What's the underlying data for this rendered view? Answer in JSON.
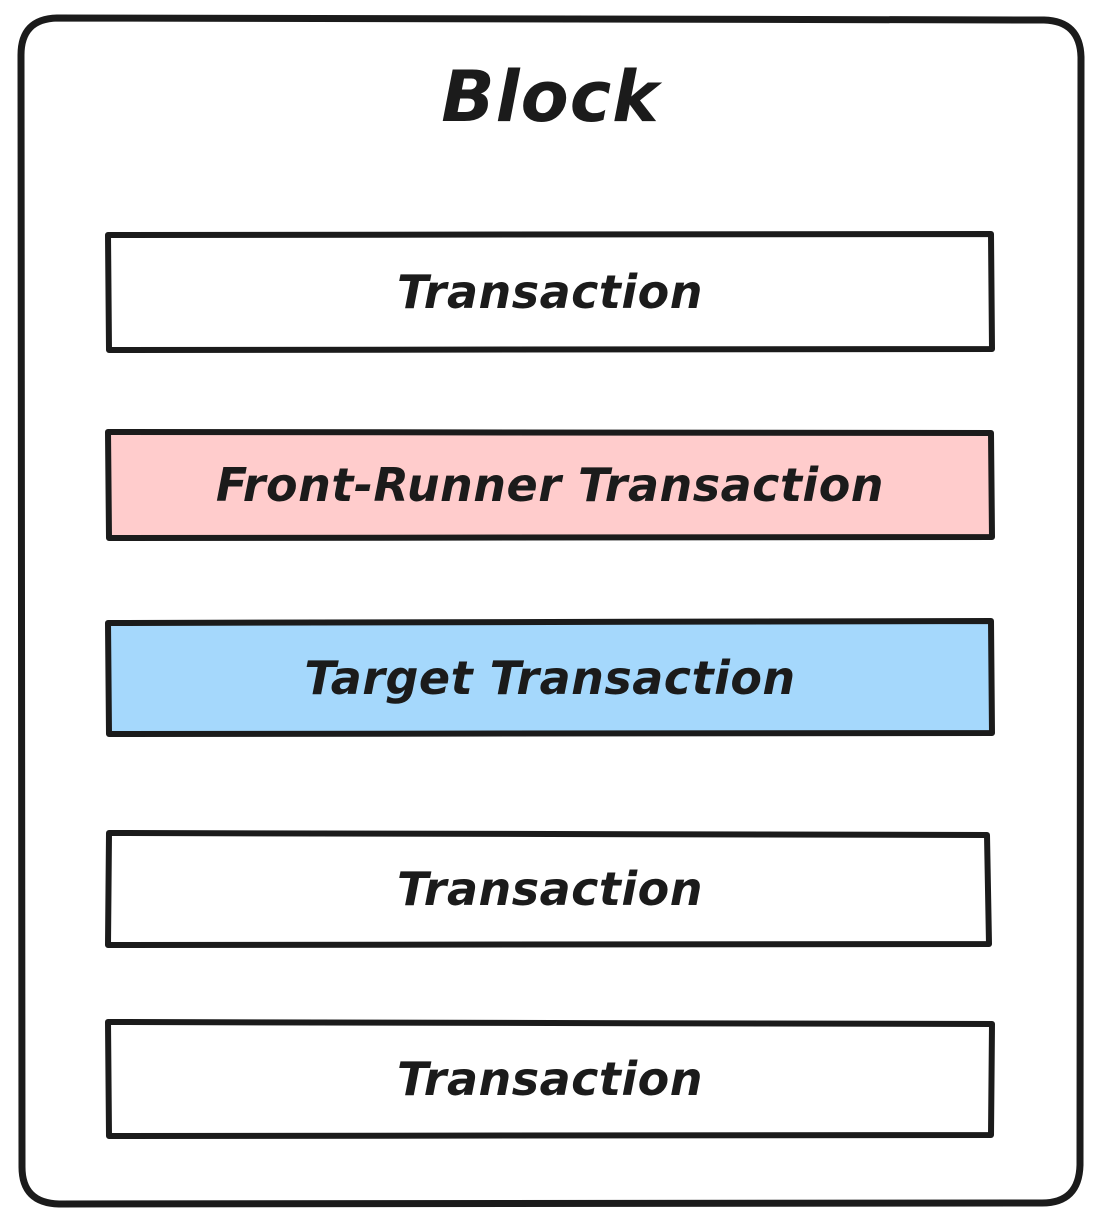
{
  "diagram": {
    "type": "block-diagram",
    "title": "Block",
    "background_color": "#ffffff",
    "stroke_color": "#1b1b1b",
    "text_color": "#1b1b1b",
    "container": {
      "label": "Block",
      "shape": "rounded-rectangle",
      "fill": "#ffffff",
      "stroke": "#1b1b1b"
    },
    "transactions": [
      {
        "label": "Transaction",
        "fill": "#ffffff",
        "stroke": "#1b1b1b",
        "role": "ordinary",
        "index": 1
      },
      {
        "label": "Front-Runner Transaction",
        "fill": "#ffcccc",
        "stroke": "#1b1b1b",
        "role": "front-runner",
        "index": 2
      },
      {
        "label": "Target Transaction",
        "fill": "#a5d8fc",
        "stroke": "#1b1b1b",
        "role": "target",
        "index": 3
      },
      {
        "label": "Transaction",
        "fill": "#ffffff",
        "stroke": "#1b1b1b",
        "role": "ordinary",
        "index": 4
      },
      {
        "label": "Transaction",
        "fill": "#ffffff",
        "stroke": "#1b1b1b",
        "role": "ordinary",
        "index": 5
      }
    ]
  }
}
